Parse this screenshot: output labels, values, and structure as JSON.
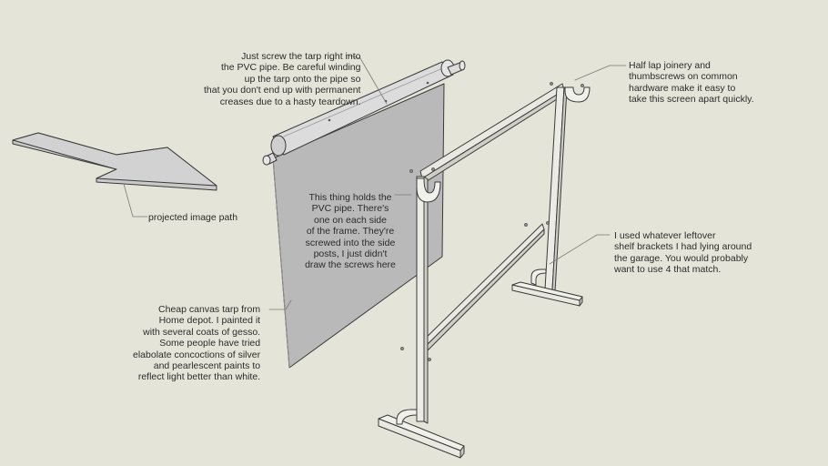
{
  "annotations": {
    "pvc_pipe_note": [
      "Just screw the tarp right into",
      "the PVC pipe. Be careful winding",
      "up the tarp onto the pipe so",
      "that you don't end up with permanent",
      "creases due to a hasty teardown."
    ],
    "half_lap_note": [
      "Half lap joinery and",
      "thumbscrews on common",
      "hardware make it easy to",
      "take this screen apart quickly."
    ],
    "holder_note": [
      "This thing holds the",
      "PVC pipe. There's",
      "one on each side",
      "of the frame. They're",
      "screwed into the side",
      "posts, I just didn't",
      "draw the screws here"
    ],
    "projected_path_label": "projected image path",
    "bracket_note": [
      "I  used whatever leftover",
      "shelf brackets I had lying around",
      "the garage. You would probably",
      "want to use 4 that match."
    ],
    "tarp_note": [
      "Cheap canvas tarp from",
      "Home depot.  I painted it",
      "with several coats of gesso.",
      "Some people have tried",
      "elabolate concoctions of silver",
      "and pearlescent paints to",
      "reflect light better than white."
    ]
  },
  "colors": {
    "background": "#e5e4d8",
    "tarp": "#b8b8b8",
    "wood": "#e9e9e2",
    "wood_edge": "#3a3a3a",
    "leader": "#7a7a7a",
    "text": "#2b2b2b"
  }
}
